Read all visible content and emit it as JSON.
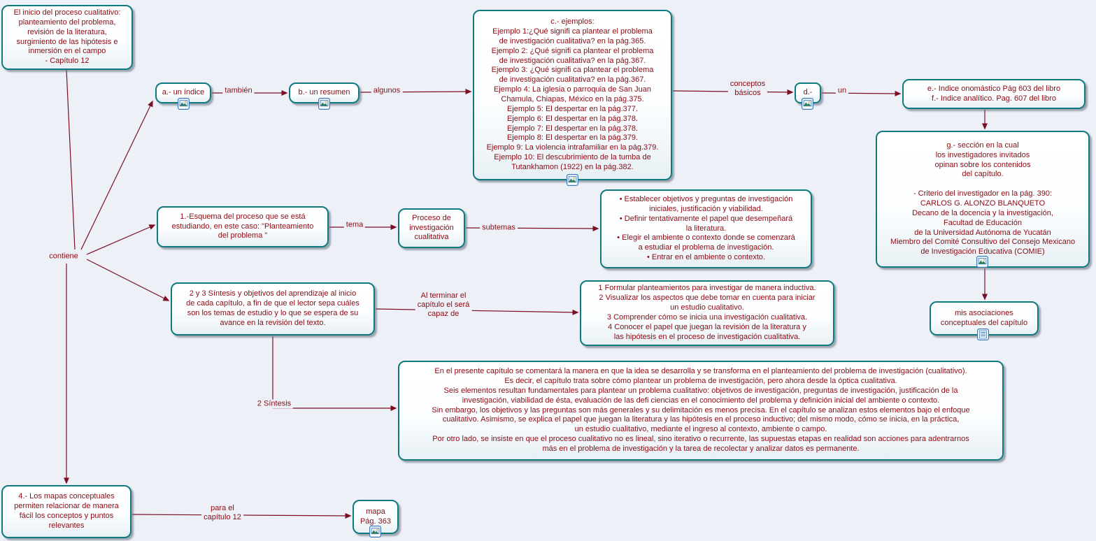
{
  "title": "Mapa conceptual - El inicio del proceso cualitativo (Capítulo 12)",
  "colors": {
    "background": "#edf0f6",
    "node_border": "#0e7a7e",
    "node_fill": "#ffffff",
    "text": "#8b0a12",
    "line": "#7a0f26"
  },
  "nodes": {
    "inicio": [
      "El inicio del proceso cualitativo:",
      "planteamiento del problema,",
      "revisión de la literatura,",
      "surgimiento de las hipótesis e",
      "inmersión en el campo",
      "- Capítulo 12"
    ],
    "indice": "a.- un índice",
    "resumen": "b.- un resumen",
    "ejemplos": [
      "c.- ejemplos:",
      "Ejemplo 1:¿Qué signifi ca plantear el problema",
      "de investigación cualitativa? en la pág.365.",
      "Ejemplo 2: ¿Qué signifi ca plantear el problema",
      "de investigación cualitativa? en la pág.367.",
      "Ejemplo 3: ¿Qué signifi ca plantear el problema",
      "de investigación cualitativa? en la pág.367.",
      "Ejemplo 4: La iglesia o parroquia de San Juan",
      "Chamula, Chiapas, México en la pág.375.",
      "Ejemplo 5: El despertar en la pág.377.",
      "Ejemplo 6: El despertar en la pág.378.",
      "Ejemplo 7: El despertar en la pág.378.",
      "Ejemplo 8: El despertar en la pág.379.",
      "Ejemplo 9: La violencia intrafamiliar en la pág.379.",
      "Ejemplo 10: El descubrimiento de la tumba de",
      "Tutankhamon (1922) en la pág.382."
    ],
    "d": "d.-",
    "indices_ef": [
      "e.- Indice onomástico Pág 603 del libro",
      "f.- Indice analítico. Pag. 607 del libro"
    ],
    "seccion_g": [
      "g.- sección en la cual",
      "los investigadores invitados",
      "opinan sobre los contenidos",
      "del capítulo.",
      "",
      "- Criterio del investigador en la pág. 390:",
      "CARLOS G. ALONZO BLANQUETO",
      "Decano de la docencia y la investigación,",
      "Facultad de Educación",
      "de la Universidad Autónoma de Yucatán",
      "Miembro del Comité Consultivo del Consejo Mexicano",
      "de Investigación Educativa (COMIE)"
    ],
    "asociaciones": [
      "mis asociaciones",
      "conceptuales del capítulo"
    ],
    "esquema": [
      "1.-Esquema del proceso que se está",
      "estudiando, en este caso: \"Planteamiento",
      "del problema \""
    ],
    "proceso": [
      "Proceso de",
      "investigación",
      "cualitativa"
    ],
    "subtemas_lista": [
      "• Establecer objetivos y preguntas de investigación",
      "iniciales, justificación y viabilidad.",
      "• Definir tentativamente el papel que desempeñará",
      "la literatura.",
      "• Elegir el ambiente o contexto donde se comenzará",
      "a estudiar el problema de investigación.",
      "• Entrar en el ambiente o contexto."
    ],
    "sintesis_objetivos": [
      "2 y 3  Síntesis y objetivos del aprendizaje al inicio",
      "de cada capítulo, a fin de que el lector sepa cuáles",
      "son los temas de estudio y lo que se espera de su",
      "avance en la revisión del texto."
    ],
    "objetivos_lista": [
      "1 Formular planteamientos para investigar de manera inductiva.",
      "2 Visualizar los aspectos que debe tomar en cuenta para iniciar",
      "un estudio cualitativo.",
      "3 Comprender cómo se inicia una investigación cualitativa.",
      "4 Conocer el papel que juegan la revisión de la literatura y",
      "las hipótesis en el proceso de investigación cualitativa."
    ],
    "sintesis_texto": [
      "En el presente capítulo se comentará la manera en que la idea se desarrolla y se transforma en el planteamiento del problema de investigación (cualitativo).",
      "Es decir, el capítulo trata sobre cómo plantear un problema de investigación, pero ahora desde la óptica cualitativa.",
      "Seis elementos resultan fundamentales para plantear un problema cualitativo: objetivos de investigación, preguntas de investigación, justificación de la",
      "investigación, viabilidad de ésta, evaluación de las defi ciencias en el conocimiento del problema y definición inicial del ambiente o contexto.",
      "Sin embargo, los objetivos y las preguntas son más generales y su delimitación es menos precisa. En el capítulo se analizan estos elementos bajo el enfoque",
      "cualitativo. Asimismo, se explica el papel que juegan la literatura y las hipótesis en el proceso inductivo; del mismo modo, cómo se inicia, en la práctica,",
      "un estudio cualitativo, mediante el ingreso al contexto, ambiente o campo.",
      "Por otro lado, se insiste en que el proceso cualitativo no es lineal, sino iterativo o recurrente, las supuestas etapas en realidad son acciones para adentrarnos",
      "más en el problema de investigación y la tarea de recolectar y analizar datos es permanente."
    ],
    "mapas": [
      "4.- Los mapas conceptuales",
      "permiten relacionar de manera",
      "fácil los conceptos y puntos",
      "relevantes"
    ],
    "mapa_pag": [
      "mapa",
      "Pág. 363"
    ]
  },
  "links": {
    "contiene": "contiene",
    "tambien": "también",
    "algunos": "algunos",
    "conceptos_basicos": [
      "conceptos",
      "básicos"
    ],
    "un": "un",
    "tema": "tema",
    "subtemas": "subtemas",
    "al_terminar": [
      "Al terminar el",
      "capítulo el será",
      "capaz de"
    ],
    "dos_sintesis": "2 Síntesis",
    "para_el": [
      "para el",
      "capítulo 12"
    ]
  },
  "icons": {
    "image_resource": "image-resource-icon",
    "text_resource": "text-document-icon"
  }
}
